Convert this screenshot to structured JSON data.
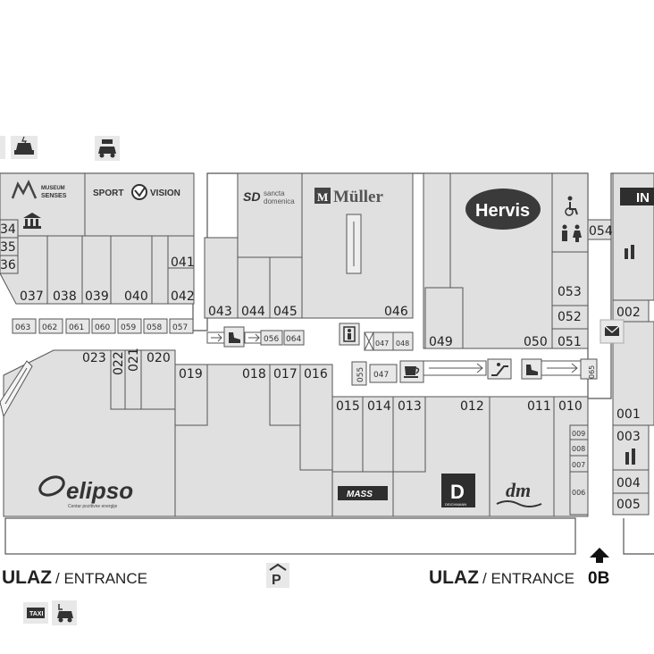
{
  "stores": {
    "s001": "001",
    "s002": "002",
    "s003": "003",
    "s004": "004",
    "s005": "005",
    "s006": "006",
    "s007": "007",
    "s008": "008",
    "s009": "009",
    "s010": "010",
    "s011": "011",
    "s012": "012",
    "s013": "013",
    "s014": "014",
    "s015": "015",
    "s016": "016",
    "s017": "017",
    "s018": "018",
    "s019": "019",
    "s020": "020",
    "s021": "021",
    "s022": "022",
    "s023": "023",
    "s034": "34",
    "s035": "35",
    "s036": "36",
    "s037": "037",
    "s038": "038",
    "s039": "039",
    "s040": "040",
    "s041": "041",
    "s042": "042",
    "s043": "043",
    "s044": "044",
    "s045": "045",
    "s046": "046",
    "s047a": "047",
    "s048": "048",
    "s047b": "047",
    "s049": "049",
    "s050": "050",
    "s051": "051",
    "s052": "052",
    "s053": "053",
    "s054": "054",
    "s055": "055",
    "s056": "056",
    "s057": "057",
    "s058": "058",
    "s059": "059",
    "s060": "060",
    "s061": "061",
    "s062": "062",
    "s063": "063",
    "s064": "064",
    "s065": "065"
  },
  "brands": {
    "museum_line1": "MUSEUM",
    "museum_line2": "SENSES",
    "sport_vision_left": "SPORT",
    "sport_vision_right": "VISION",
    "sancta_line1": "sancta",
    "sancta_line2": "domenica",
    "muller": "Müller",
    "hervis": "Hervis",
    "elipso": "elipso",
    "elipso_sub": "Centar pozitivne energije",
    "mass": "MASS",
    "deichmann": "DEICHMANN",
    "dm": "dm",
    "right_edge_logo": "IN"
  },
  "labels": {
    "entrance_left_bold": "ULAZ",
    "entrance_left_rest": "/ ENTRANCE",
    "entrance_right_bold": "ULAZ",
    "entrance_right_rest": "/ ENTRANCE",
    "level": "0B",
    "parking": "P",
    "taxi": "TAXI"
  },
  "icons": [
    "toilet-icon",
    "wheelchair-icon",
    "elevator-icon",
    "escalator-icon",
    "cafe-icon",
    "shoe-repair-icon",
    "parking-icon",
    "taxi-icon",
    "car-charge-icon",
    "car-icon",
    "info-icon",
    "mail-icon",
    "museum-icon",
    "cosmetics-icon",
    "up-arrow-icon"
  ],
  "colors": {
    "unit": "#e0e0e0",
    "stroke": "#555555",
    "corridor": "#ffffff",
    "dark_badge": "#2e2e2e"
  }
}
